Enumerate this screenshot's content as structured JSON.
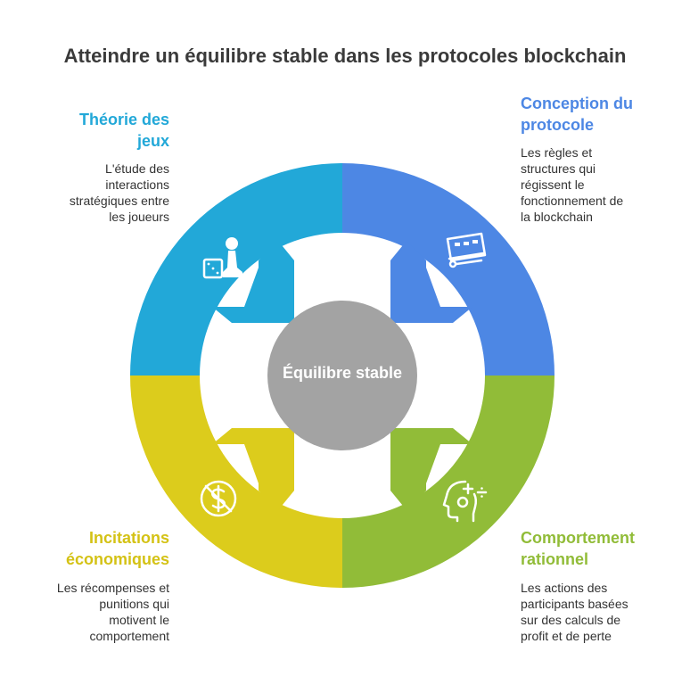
{
  "title": "Atteindre un équilibre stable dans les protocoles blockchain",
  "center": {
    "label": "Équilibre stable"
  },
  "colors": {
    "game_theory": "#22a8d8",
    "protocol_design": "#4d87e4",
    "rational_behavior": "#91bc38",
    "economic_incentives": "#dccc1c",
    "center": "#a3a3a3"
  },
  "segments": {
    "game_theory": {
      "heading_line1": "Théorie des",
      "heading_line2": "jeux",
      "desc_lines": [
        "L'étude des",
        "interactions",
        "stratégiques entre",
        "les joueurs"
      ],
      "icon": "board-game-icon"
    },
    "protocol_design": {
      "heading_line1": "Conception du",
      "heading_line2": "protocole",
      "desc_lines": [
        "Les règles et",
        "structures qui",
        "régissent le",
        "fonctionnement de",
        "la blockchain"
      ],
      "icon": "protocol-machine-icon"
    },
    "economic_incentives": {
      "heading_line1": "Incitations",
      "heading_line2": "économiques",
      "desc_lines": [
        "Les récompenses et",
        "punitions qui",
        "motivent le",
        "comportement"
      ],
      "icon": "no-dollar-icon"
    },
    "rational_behavior": {
      "heading_line1": "Comportement",
      "heading_line2": "rationnel",
      "desc_lines": [
        "Les actions des",
        "participants basées",
        "sur des calculs de",
        "profit et de perte"
      ],
      "icon": "head-math-icon"
    }
  }
}
